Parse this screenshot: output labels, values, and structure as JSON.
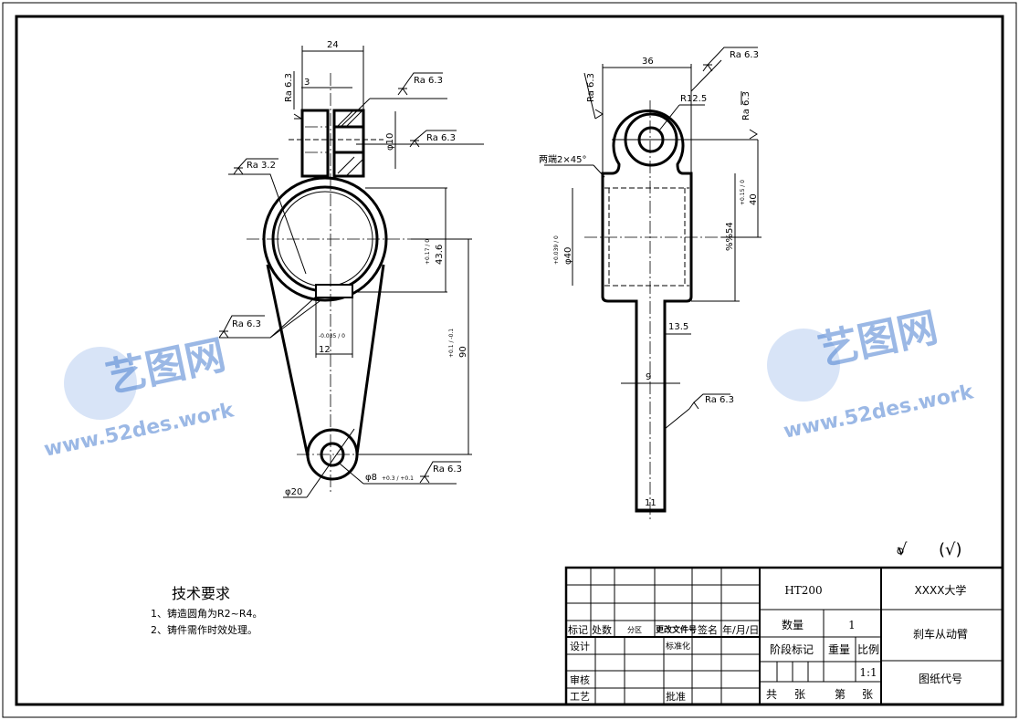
{
  "dimensions": {
    "left_width": "24",
    "left_slot": "3",
    "left_hole": "φ10",
    "left_radius_height": "43.6",
    "left_radius_tol": "+0.17 / 0",
    "left_slot_width": "12",
    "left_slot_tol": "-0.035 / 0",
    "left_center_dist": "90",
    "left_center_tol": "+0.1 / -0.1",
    "left_small_outer": "φ20",
    "left_small_hole": "φ8",
    "left_small_hole_tol": "+0.3 / +0.1",
    "right_width": "36",
    "right_radius": "R12.5",
    "right_chamfer": "两端2×45°",
    "right_bore": "φ40",
    "right_bore_tol": "+0.039 / 0",
    "right_height": "%%54",
    "right_center_height": "40",
    "right_center_tol": "+0.15 / 0",
    "right_offset": "13.5",
    "right_stem_gap": "9",
    "right_stem_width": "11"
  },
  "roughness": {
    "ra63": "Ra 6.3",
    "ra32": "Ra 3.2"
  },
  "surface_note": {
    "symbol": "√",
    "paren": "(√)"
  },
  "tech_requirements": {
    "title": "技术要求",
    "items": [
      "1、铸造圆角为R2~R4。",
      "2、铸件需作时效处理。"
    ]
  },
  "title_block": {
    "material": "HT200",
    "school": "XXXX大学",
    "part_name": "刹车从动臂",
    "drawing_code": "图纸代号",
    "quantity_label": "数量",
    "quantity": "1",
    "stage_label": "阶段标记",
    "weight_label": "重量",
    "scale_label": "比例",
    "scale": "1:1",
    "total_label": "共",
    "sheet_label": "张",
    "nth_label": "第",
    "sheet_label2": "张",
    "mark": "标记",
    "count": "处数",
    "zone": "分区",
    "change_doc": "更改文件号",
    "signature": "签名",
    "date": "年/月/日",
    "design": "设计",
    "standardize": "标准化",
    "review": "审核",
    "process": "工艺",
    "approve": "批准"
  },
  "watermark": {
    "name": "艺图网",
    "url": "www.52des.work"
  }
}
